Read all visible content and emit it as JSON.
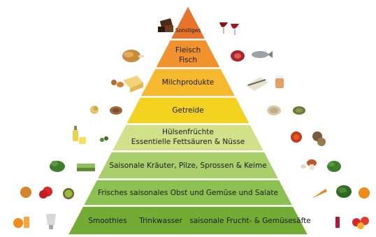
{
  "pyramid": {
    "tiers": [
      {
        "lines": [
          "Sonstiges"
        ],
        "color": "#e8732a"
      },
      {
        "lines": [
          "Fleisch",
          "Fisch"
        ],
        "color": "#f0932f"
      },
      {
        "lines": [
          "Milchprodukte"
        ],
        "color": "#f5b82e"
      },
      {
        "lines": [
          "Getreide"
        ],
        "color": "#f2d21e"
      },
      {
        "lines": [
          "Hülsenfrüchte",
          "Essentielle Fettsäuren & Nüsse"
        ],
        "color": "#d2e08a"
      },
      {
        "lines": [
          "Saisonale Kräuter, Pilze, Sprossen & Keime"
        ],
        "color": "#a8cf6a"
      },
      {
        "lines": [
          "Frisches saisonales Obst und Gemüse und Salate"
        ],
        "color": "#8cc050"
      },
      {
        "lines": [
          "Smoothies",
          "Trinkwasser",
          "saisonale Frucht- & Gemüsesäfte"
        ],
        "color": "#73ac35"
      }
    ]
  },
  "food_icons": {
    "left": [
      "chocolate-icon",
      "roast-chicken-icon",
      "cheese-icon",
      "pasta-icon",
      "olive-oil-icon",
      "herbs-icon",
      "fruits-icon",
      "orange-juice-icon"
    ],
    "right": [
      "red-wine-icon",
      "meat-and-fish-icon",
      "yogurt-icon",
      "grains-icon",
      "nuts-icon",
      "mushrooms-icon",
      "vegetables-icon",
      "vegetable-juice-icon"
    ]
  }
}
